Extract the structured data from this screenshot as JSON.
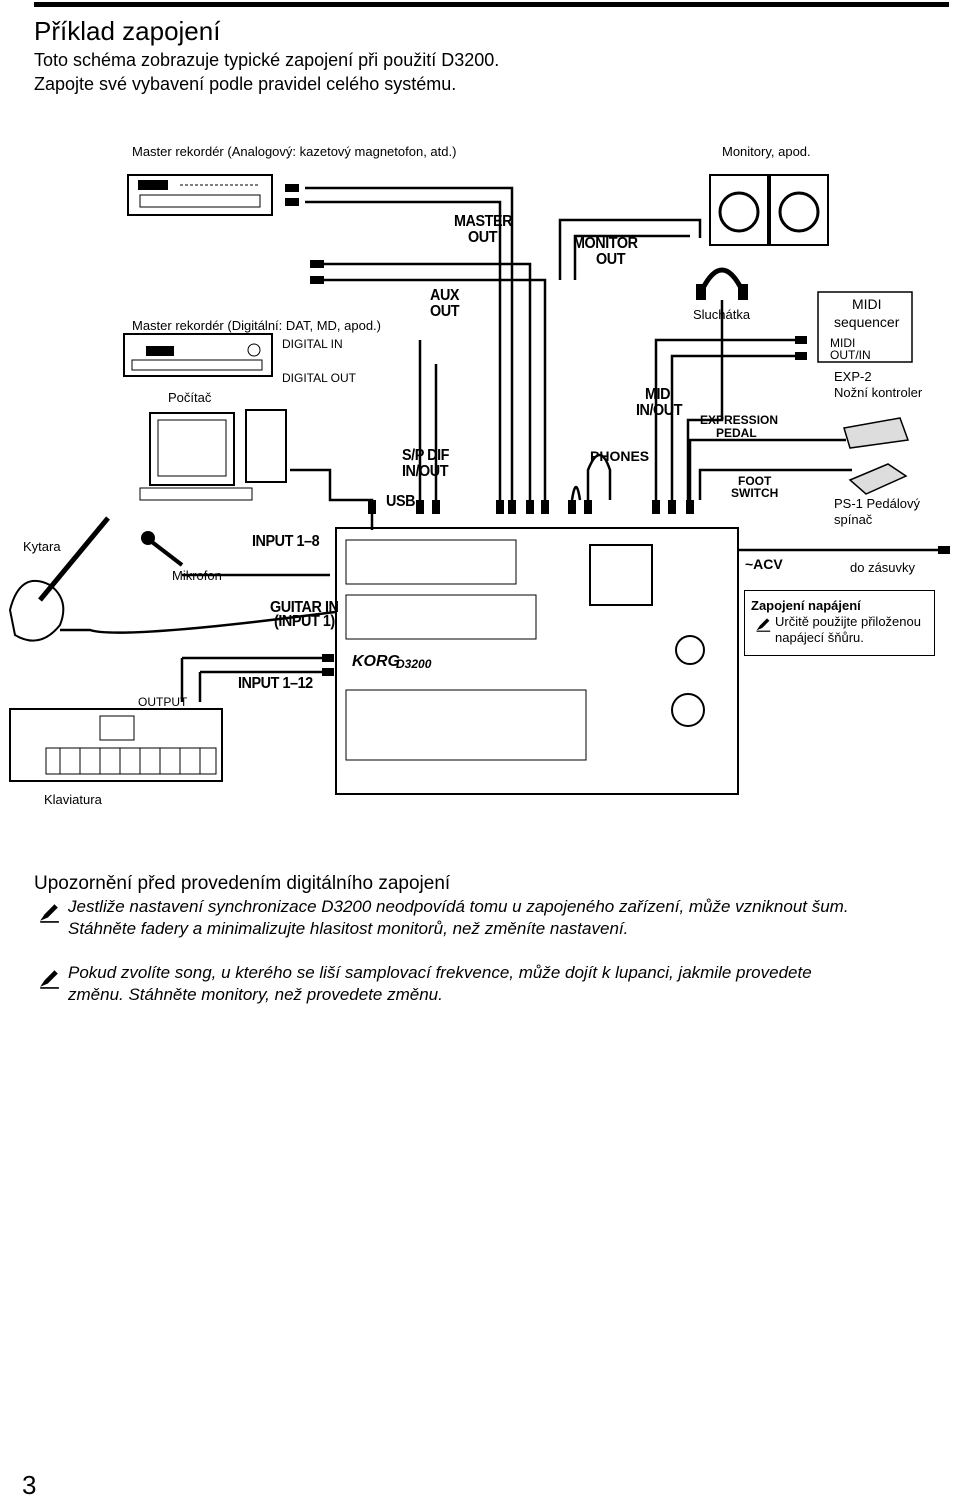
{
  "page": {
    "title": "Příklad zapojení",
    "intro_line1": "Toto schéma zobrazuje typické zapojení při použití D3200.",
    "intro_line2": "Zapojte své vybavení podle pravidel celého systému.",
    "page_number": "3"
  },
  "diagram": {
    "labels": {
      "master_analog": "Master rekordér (Analogový: kazetový magnetofon, atd.)",
      "monitors": "Monitory, apod.",
      "master_digital": "Master rekordér (Digitální: DAT, MD, apod.)",
      "headphones": "Sluchátka",
      "computer": "Počítač",
      "exp2_line1": "EXP-2",
      "exp2_line2": "Nožní kontroler",
      "ps1_line1": "PS-1 Pedálový",
      "ps1_line2": "spínač",
      "guitar": "Kytara",
      "microphone": "Mikrofon",
      "outlet": "do zásuvky",
      "keyboard": "Klaviatura"
    },
    "device_text": {
      "master_out_1": "MASTER",
      "master_out_2": "OUT",
      "monitor_out_1": "MONITOR",
      "monitor_out_2": "OUT",
      "aux_out_1": "AUX",
      "aux_out_2": "OUT",
      "digital_in": "DIGITAL IN",
      "digital_out": "DIGITAL OUT",
      "midi_seq_1": "MIDI",
      "midi_seq_2": "sequencer",
      "midi_out_in_1": "MIDI",
      "midi_out_in_2": "OUT/IN",
      "midi_in_out_1": "MIDI",
      "midi_in_out_2": "IN/OUT",
      "expression_1": "EXPRESSION",
      "expression_2": "PEDAL",
      "spdif_1": "S/P DIF",
      "spdif_2": "IN/OUT",
      "phones": "PHONES",
      "foot_1": "FOOT",
      "foot_2": "SWITCH",
      "usb": "USB",
      "input_1_8": "INPUT 1–8",
      "acv": "~ACV",
      "guitar_in_1": "GUITAR IN",
      "guitar_in_2": "(INPUT 1)",
      "input_1_12": "INPUT 1–12",
      "output": "OUTPUT",
      "brand": "KORG",
      "model": "D3200"
    },
    "power_note": {
      "title": "Zapojení napájení",
      "text": "Určitě použijte přiloženou napájecí šňůru."
    }
  },
  "warnings": {
    "heading": "Upozornění před provedením digitálního zapojení",
    "items": [
      "Jestliže nastavení synchronizace D3200 neodpovídá tomu u zapojeného zařízení, může vzniknout šum. Stáhněte fadery a minimalizujte hlasitost monitorů, než změníte nastavení.",
      "Pokud zvolíte song, u kterého se liší samplovací frekvence, může dojít k lupanci, jakmile provedete změnu. Stáhněte monitory, než provedete změnu."
    ]
  }
}
